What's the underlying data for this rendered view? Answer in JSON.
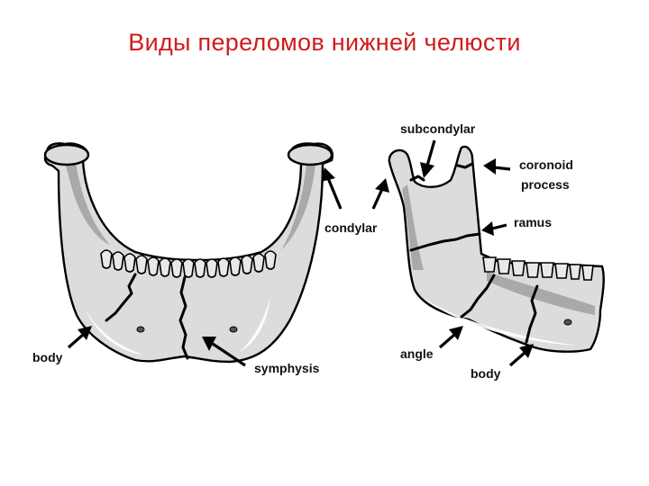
{
  "title": "Виды переломов нижней челюсти",
  "labels": {
    "subcondylar": "subcondylar",
    "coronoid_line1": "coronoid",
    "coronoid_line2": "process",
    "ramus": "ramus",
    "condylar": "condylar",
    "body_left": "body",
    "symphysis": "symphysis",
    "angle": "angle",
    "body_right": "body"
  },
  "colors": {
    "title": "#d01c1c",
    "bone": "#dcdcdc",
    "bone_shadow": "#a9a9a9",
    "outline": "#000000"
  }
}
